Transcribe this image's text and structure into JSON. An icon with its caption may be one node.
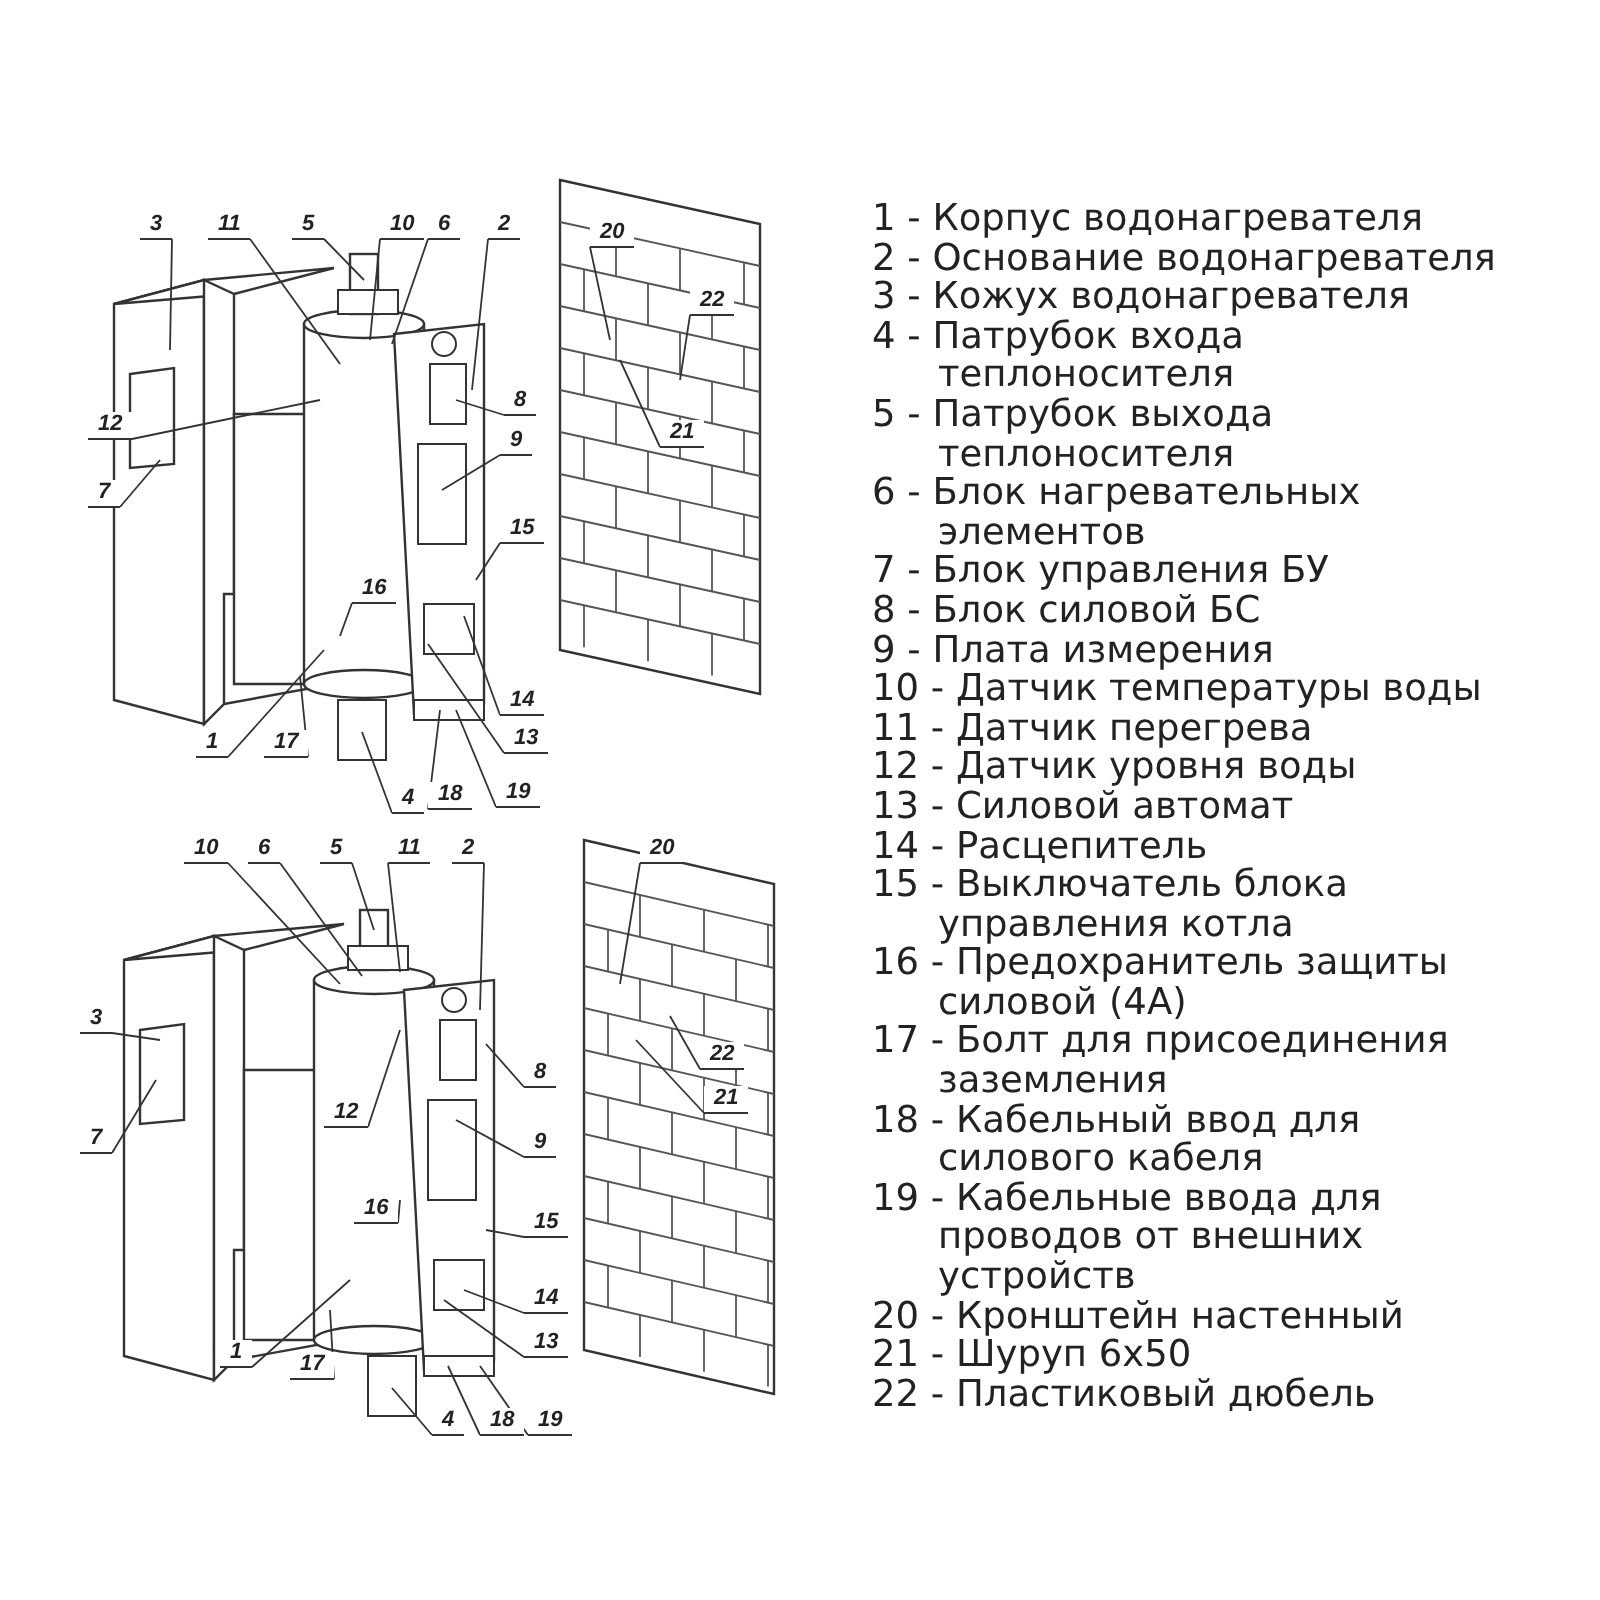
{
  "diagram": {
    "nodes": [
      {
        "text": [
          "3"
        ]
      },
      {
        "text": [
          "11"
        ]
      },
      {
        "text": [
          "5"
        ]
      },
      {
        "text": [
          "10"
        ]
      },
      {
        "text": [
          "6"
        ]
      },
      {
        "text": [
          "2"
        ]
      },
      {
        "text": [
          "20"
        ]
      },
      {
        "text": [
          "22"
        ]
      },
      {
        "text": [
          "12"
        ]
      },
      {
        "text": [
          "7"
        ]
      },
      {
        "text": [
          "8"
        ]
      },
      {
        "text": [
          "21"
        ]
      },
      {
        "text": [
          "9"
        ]
      },
      {
        "text": [
          "15"
        ]
      },
      {
        "text": [
          "16"
        ]
      },
      {
        "text": [
          "14"
        ]
      },
      {
        "text": [
          "1"
        ]
      },
      {
        "text": [
          "17"
        ]
      },
      {
        "text": [
          "13"
        ]
      },
      {
        "text": [
          "4"
        ]
      },
      {
        "text": [
          "18"
        ]
      },
      {
        "text": [
          "19"
        ]
      },
      {
        "text": [
          "10"
        ]
      },
      {
        "text": [
          "6"
        ]
      },
      {
        "text": [
          "5"
        ]
      },
      {
        "text": [
          "11"
        ]
      },
      {
        "text": [
          "2"
        ]
      },
      {
        "text": [
          "20"
        ]
      },
      {
        "text": [
          "3"
        ]
      },
      {
        "text": [
          "22"
        ]
      },
      {
        "text": [
          "8"
        ]
      },
      {
        "text": [
          "21"
        ]
      },
      {
        "text": [
          "12"
        ]
      },
      {
        "text": [
          "7"
        ]
      },
      {
        "text": [
          "9"
        ]
      },
      {
        "text": [
          "16"
        ]
      },
      {
        "text": [
          "15"
        ]
      },
      {
        "text": [
          "14"
        ]
      },
      {
        "text": [
          "1"
        ]
      },
      {
        "text": [
          "17"
        ]
      },
      {
        "text": [
          "13"
        ]
      },
      {
        "text": [
          "4"
        ]
      },
      {
        "text": [
          "18"
        ]
      },
      {
        "text": [
          "19"
        ]
      }
    ],
    "edges": [
      {
        "from": 0,
        "to": null,
        "arrow": "none"
      },
      {
        "from": 1,
        "to": null,
        "arrow": "none"
      },
      {
        "from": 2,
        "to": null,
        "arrow": "none"
      },
      {
        "from": 3,
        "to": null,
        "arrow": "none"
      },
      {
        "from": 4,
        "to": null,
        "arrow": "none"
      },
      {
        "from": 5,
        "to": null,
        "arrow": "none"
      },
      {
        "from": 6,
        "to": null,
        "arrow": "none"
      },
      {
        "from": 7,
        "to": null,
        "arrow": "none"
      },
      {
        "from": 8,
        "to": null,
        "arrow": "none"
      },
      {
        "from": 9,
        "to": null,
        "arrow": "none"
      },
      {
        "from": 10,
        "to": null,
        "arrow": "none"
      },
      {
        "from": 11,
        "to": null,
        "arrow": "none"
      },
      {
        "from": 12,
        "to": null,
        "arrow": "none"
      },
      {
        "from": 13,
        "to": null,
        "arrow": "none"
      },
      {
        "from": 14,
        "to": null,
        "arrow": "none"
      },
      {
        "from": 15,
        "to": null,
        "arrow": "none"
      },
      {
        "from": 16,
        "to": null,
        "arrow": "none"
      },
      {
        "from": 17,
        "to": null,
        "arrow": "none"
      },
      {
        "from": 18,
        "to": null,
        "arrow": "none"
      },
      {
        "from": 19,
        "to": null,
        "arrow": "none"
      },
      {
        "from": 20,
        "to": null,
        "arrow": "none"
      },
      {
        "from": 21,
        "to": null,
        "arrow": "none"
      },
      {
        "from": 22,
        "to": null,
        "arrow": "none"
      },
      {
        "from": 23,
        "to": null,
        "arrow": "none"
      },
      {
        "from": 24,
        "to": null,
        "arrow": "none"
      },
      {
        "from": 25,
        "to": null,
        "arrow": "none"
      },
      {
        "from": 26,
        "to": null,
        "arrow": "none"
      },
      {
        "from": 27,
        "to": null,
        "arrow": "none"
      },
      {
        "from": 28,
        "to": null,
        "arrow": "none"
      },
      {
        "from": 29,
        "to": null,
        "arrow": "none"
      },
      {
        "from": 30,
        "to": null,
        "arrow": "none"
      },
      {
        "from": 31,
        "to": null,
        "arrow": "none"
      },
      {
        "from": 32,
        "to": null,
        "arrow": "none"
      },
      {
        "from": 33,
        "to": null,
        "arrow": "none"
      },
      {
        "from": 34,
        "to": null,
        "arrow": "none"
      },
      {
        "from": 35,
        "to": null,
        "arrow": "none"
      },
      {
        "from": 36,
        "to": null,
        "arrow": "none"
      },
      {
        "from": 37,
        "to": null,
        "arrow": "none"
      },
      {
        "from": 38,
        "to": null,
        "arrow": "none"
      },
      {
        "from": 39,
        "to": null,
        "arrow": "none"
      },
      {
        "from": 40,
        "to": null,
        "arrow": "none"
      },
      {
        "from": 41,
        "to": null,
        "arrow": "none"
      },
      {
        "from": 42,
        "to": null,
        "arrow": "none"
      },
      {
        "from": 43,
        "to": null,
        "arrow": "none"
      }
    ],
    "labels": [
      "1 - Корпус водонагревателя",
      "2 - Основание водонагревателя",
      "3 - Кожух водонагревателя",
      "4 - Патрубок входа теплоносителя",
      "5 - Патрубок выхода теплоносителя",
      "6 - Блок нагревательных элементов",
      "7 - Блок управления БУ",
      "8 - Блок силовой БС",
      "9 - Плата измерения",
      "10 - Датчик температуры воды",
      "11 - Датчик перегрева",
      "12 - Датчик уровня воды",
      "13 - Силовой автомат",
      "14 - Расцепитель",
      "15 - Выключатель блока управления котла",
      "16 - Предохранитель защиты силовой (4А)",
      "17 - Болт для присоединения заземления",
      "18 - Кабельный ввод для силового кабеля",
      "19 - Кабельные ввода для проводов от внешних устройств",
      "20 - Кронштейн настенный",
      "21 - Шуруп 6х50",
      "22 - Пластиковый дюбель"
    ]
  }
}
